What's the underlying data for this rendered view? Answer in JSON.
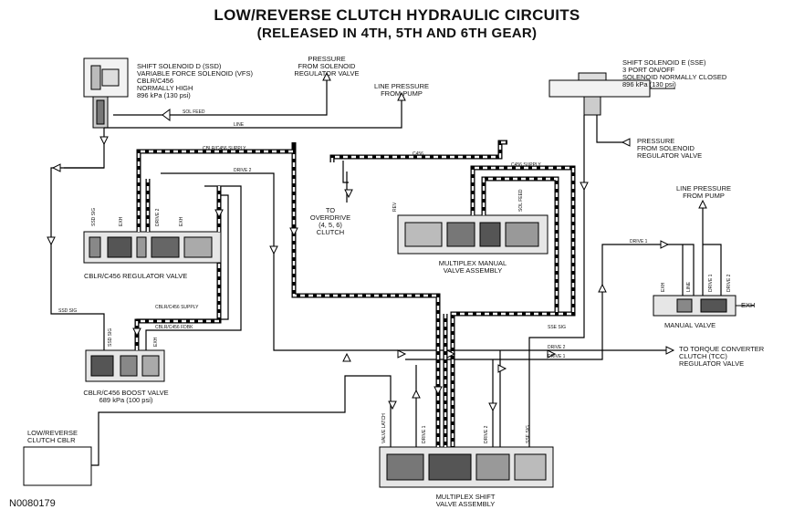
{
  "title": "LOW/REVERSE CLUTCH HYDRAULIC CIRCUITS",
  "subtitle": "(RELEASED IN 4TH, 5TH AND 6TH GEAR)",
  "figure_id": "N0080179",
  "labels": {
    "ssd_1": "SHIFT SOLENOID D (SSD)",
    "ssd_2": "VARIABLE FORCE SOLENOID (VFS)",
    "ssd_3": "CBLR/C456",
    "ssd_4": "NORMALLY HIGH",
    "ssd_5": "896 kPa (130 psi)",
    "psr_1": "PRESSURE",
    "psr_2": "FROM SOLENOID",
    "psr_3": "REGULATOR VALVE",
    "lpp_1": "LINE PRESSURE",
    "lpp_2": "FROM PUMP",
    "sse_1": "SHIFT SOLENOID E (SSE)",
    "sse_2": "3 PORT ON/OFF",
    "sse_3": "SOLENOID NORMALLY CLOSED",
    "sse_4": "896 kPa (130 psi)",
    "psr2_1": "PRESSURE",
    "psr2_2": "FROM SOLENOID",
    "psr2_3": "REGULATOR VALVE",
    "lpp2_1": "LINE PRESSURE",
    "lpp2_2": "FROM PUMP",
    "od_1": "TO",
    "od_2": "OVERDRIVE",
    "od_3": "(4, 5, 6)",
    "od_4": "CLUTCH",
    "reg_valve": "CBLR/C456 REGULATOR VALVE",
    "mmv_1": "MULTIPLEX MANUAL",
    "mmv_2": "VALVE ASSEMBLY",
    "manual_valve": "MANUAL VALVE",
    "boost_1": "CBLR/C456 BOOST VALVE",
    "boost_2": "689 kPa (100 psi)",
    "tcc_1": "TO TORQUE CONVERTER",
    "tcc_2": "CLUTCH (TCC)",
    "tcc_3": "REGULATOR VALVE",
    "lr_1": "LOW/REVERSE",
    "lr_2": "CLUTCH CBLR",
    "msv_1": "MULTIPLEX SHIFT",
    "msv_2": "VALVE ASSEMBLY",
    "exh": "EXH"
  },
  "small": {
    "sol_feed": "SOL FEED",
    "line": "LINE",
    "cblr_supply": "CBLR/C456 SUPPLY",
    "drive2": "DRIVE 2",
    "c456": "C456",
    "c456_supply": "C456 SUPPLY",
    "drive1": "DRIVE 1",
    "ssd_sig": "SSD SIG",
    "sse_sig": "SSE SIG",
    "cblr_feedback": "CBLR/C456 FDBK",
    "rev": "REV",
    "valve_latch": "VALVE LATCH"
  }
}
